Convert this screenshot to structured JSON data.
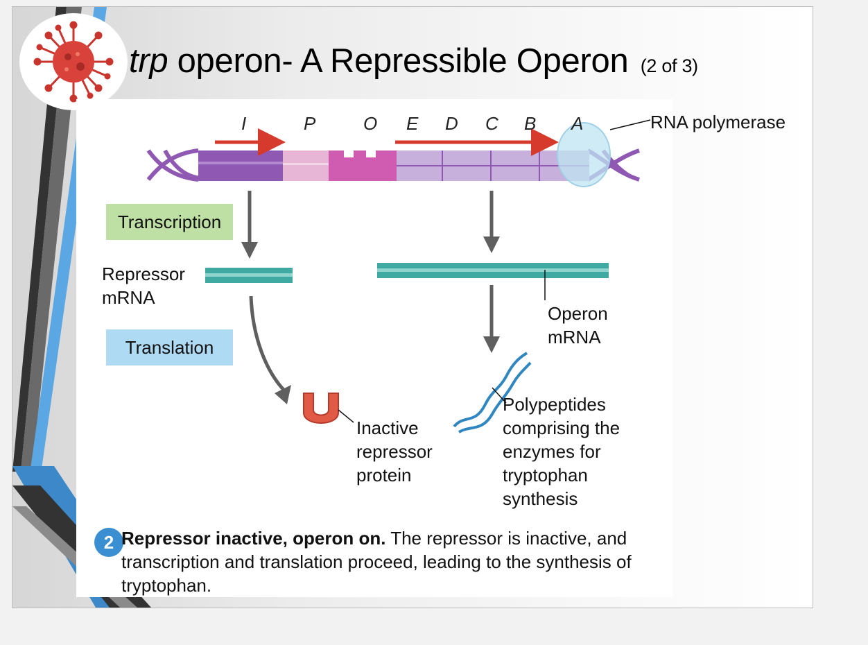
{
  "slide": {
    "title_prefix": "trp",
    "title_main": " operon- A Repressible Operon",
    "title_suffix": "(2 of 3)"
  },
  "diagram": {
    "genes": [
      "I",
      "P",
      "O",
      "E",
      "D",
      "C",
      "B",
      "A"
    ],
    "rna_polymerase_label": "RNA polymerase",
    "transcription_label": "Transcription",
    "translation_label": "Translation",
    "repressor_mrna_line1": "Repressor",
    "repressor_mrna_line2": "mRNA",
    "operon_mrna_line1": "Operon",
    "operon_mrna_line2": "mRNA",
    "inactive_repressor_lines": [
      "Inactive",
      "repressor",
      "protein"
    ],
    "polypeptides_lines": [
      "Polypeptides",
      "comprising the",
      "enzymes for",
      "tryptophan",
      "synthesis"
    ],
    "colors": {
      "dna_purple": "#8e58b3",
      "promoter_pink": "#e7b6d6",
      "operator_magenta": "#cf5cb0",
      "genes_lavender": "#c8b0dc",
      "arrow_red": "#d63a2c",
      "mrna_teal": "#3faaa2",
      "polymerase_blue": "#bfe4f2",
      "repressor_red": "#e05a45",
      "polypeptide_blue": "#2f86c0"
    }
  },
  "caption": {
    "step_number": "2",
    "bold": "Repressor inactive, operon on.",
    "text": " The repressor is inactive, and transcription and translation proceed, leading to the synthesis of tryptophan."
  }
}
